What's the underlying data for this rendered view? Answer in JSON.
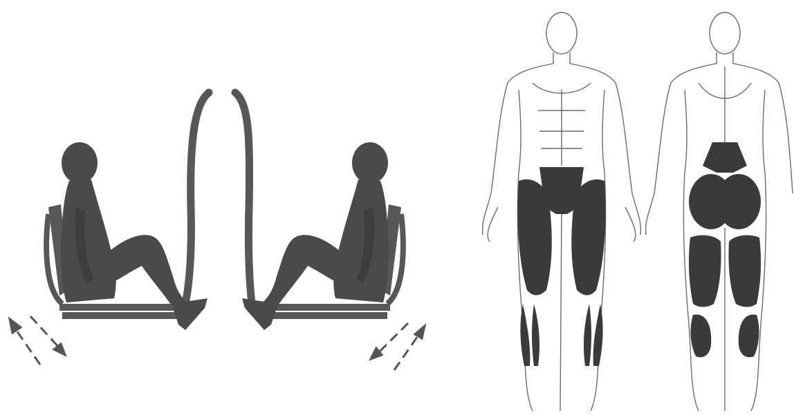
{
  "colors": {
    "figure_fill": "#4a4a4a",
    "machine_fill": "#575757",
    "muscle_fill": "#3a3a3a",
    "outline": "#6a6a6a",
    "background": "#ffffff"
  },
  "exercise_diagram": {
    "icons": [
      "person-seated-left",
      "person-seated-right",
      "bi-directional-arrows-left",
      "bi-directional-arrows-right",
      "curved-rails"
    ]
  },
  "muscle_chart": {
    "views": [
      "front",
      "back"
    ],
    "highlighted_front": [
      "quadriceps",
      "adductors",
      "tibialis-anterior",
      "calves"
    ],
    "highlighted_back": [
      "lower-back",
      "gluteus",
      "hamstrings",
      "calves"
    ]
  }
}
